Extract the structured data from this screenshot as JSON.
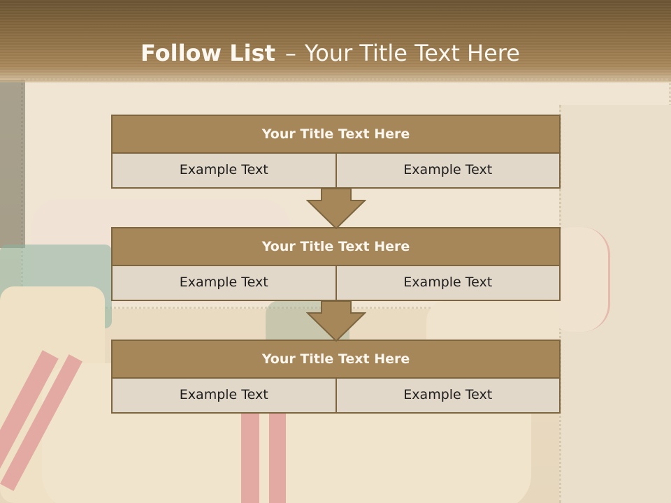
{
  "title": {
    "bold": "Follow List",
    "dash": "–",
    "rest": "Your Title Text Here"
  },
  "boxes": [
    {
      "heading": "Your Title Text Here",
      "left": "Example Text",
      "right": "Example Text"
    },
    {
      "heading": "Your Title Text Here",
      "left": "Example Text",
      "right": "Example Text"
    },
    {
      "heading": "Your Title Text Here",
      "left": "Example Text",
      "right": "Example Text"
    }
  ],
  "colors": {
    "header_fill": "#a6875a",
    "border": "#7c653f",
    "cell_fill": "#e2d8c9",
    "arrow_fill": "#a6875a"
  }
}
